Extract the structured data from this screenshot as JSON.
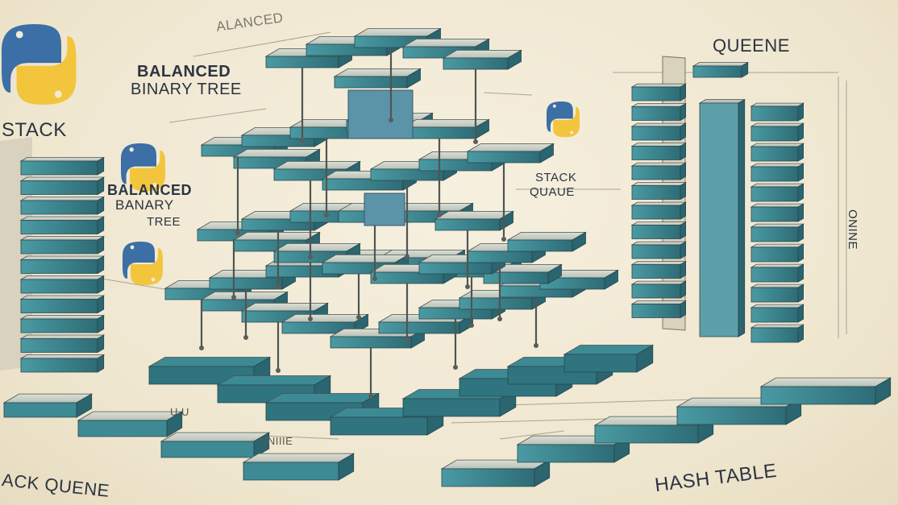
{
  "labels": {
    "top_faded": "ALANCED",
    "balanced_top_1": "BALANCED",
    "balanced_top_2": "BINARY TREE",
    "stack_left": "STACK",
    "balanced_mid_1": "BALANCED",
    "balanced_mid_2": "BANARY",
    "balanced_mid_3": "TREE",
    "queue_top": "QUEENE",
    "stack_right_1": "STACK",
    "stack_right_2": "QUAUE",
    "vertical_right": "ONINE",
    "bottom_left": "ACK QUENE",
    "bottom_mid": "UNIIIE",
    "hash_table": "HASH TABLE",
    "small_mark": "U U"
  },
  "colors": {
    "background": "#f1ead6",
    "block_top": "#c9cfc6",
    "block_teal": "#3f8f99",
    "block_dark": "#2f6f7a",
    "python_blue": "#3b6fa5",
    "python_yellow": "#f2c53d",
    "ink": "#2b3440"
  },
  "icons": [
    "python-logo-icon",
    "python-logo-icon",
    "python-logo-icon",
    "python-logo-icon"
  ]
}
